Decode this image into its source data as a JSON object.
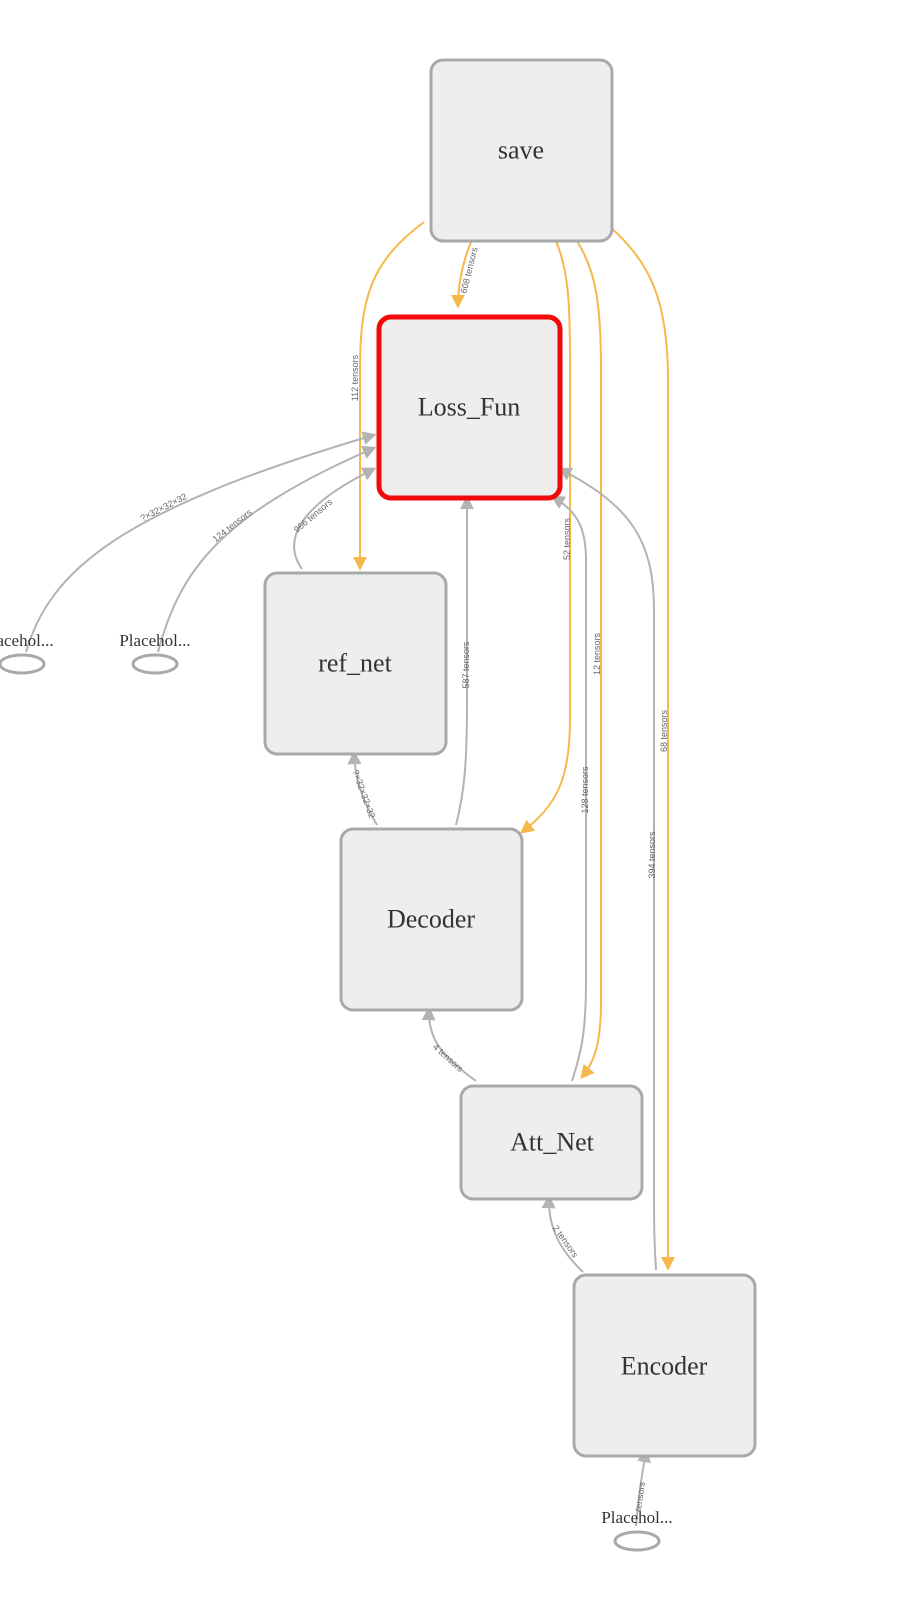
{
  "colors": {
    "node_fill": "#eeeeee",
    "node_stroke": "#a9a9a9",
    "selected_stroke": "#f20a0a",
    "ref_edge": "#f7b84b",
    "data_edge": "#b3b3b3"
  },
  "nodes": {
    "save": "save",
    "loss_fun": "Loss_Fun",
    "ref_net": "ref_net",
    "decoder": "Decoder",
    "att_net": "Att_Net",
    "encoder": "Encoder"
  },
  "placeholders": {
    "left_a": "acehol...",
    "left_b": "Placehol...",
    "bottom": "Placehol..."
  },
  "edge_labels": {
    "save_to_loss": "608 tensors",
    "save_to_ref": "112 tensors",
    "save_to_decoder": "52 tensors",
    "save_to_att": "12 tensors",
    "save_to_encoder": "68 tensors",
    "ph_a_to_loss": "?×32×32×32",
    "ph_b_to_loss": "124 tensors",
    "ref_to_loss": "966 tensors",
    "decoder_to_loss": "587 tensors",
    "att_to_loss": "128 tensors",
    "encoder_to_loss": "394 tensors",
    "decoder_to_ref": "?×32×32×32",
    "att_to_decoder": "4 tensors",
    "encoder_to_att": "2 tensors",
    "ph_to_encoder": "tensors"
  }
}
